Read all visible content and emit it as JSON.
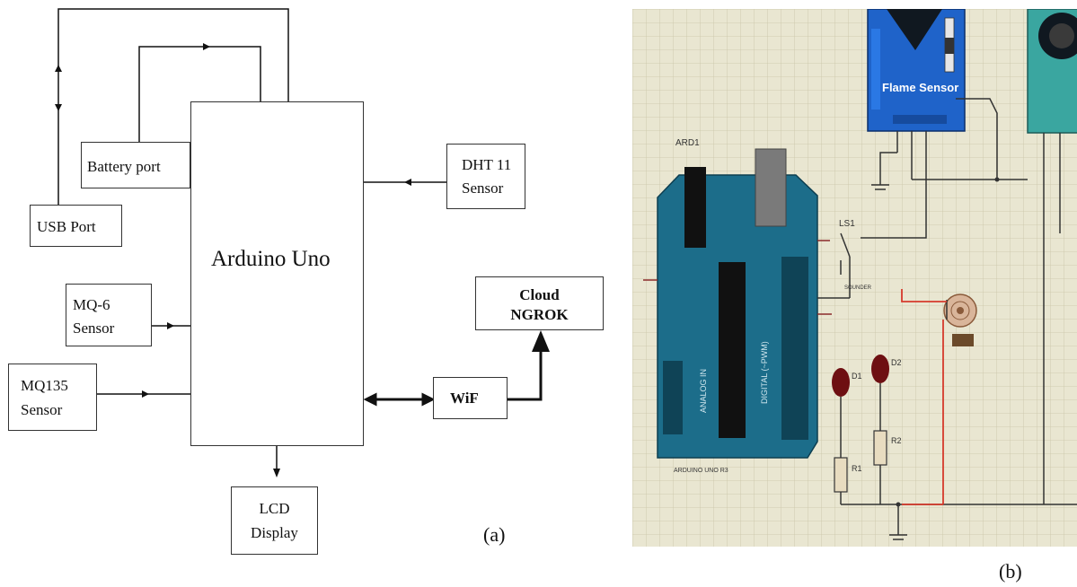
{
  "panel_a": {
    "caption": "(a)",
    "blocks": {
      "arduino": "Arduino Uno",
      "battery": "Battery port",
      "usb": "USB Port",
      "dht_line1": "DHT 11",
      "dht_line2": "Sensor",
      "mq6_line1": "MQ-6",
      "mq6_line2": "Sensor",
      "mq135_line1": "MQ135",
      "mq135_line2": "Sensor",
      "cloud_line1": "Cloud",
      "cloud_line2": "NGROK",
      "wifi": "WiF",
      "lcd_line1": "LCD",
      "lcd_line2": "Display"
    }
  },
  "panel_b": {
    "caption": "(b)",
    "flame_sensor": "Flame Sensor",
    "ard_ref": "ARD1",
    "ls_ref": "LS1",
    "d1_ref": "D1",
    "d2_ref": "D2",
    "r1_ref": "R1",
    "r2_ref": "R2",
    "buzzer_label": "SOUNDER",
    "board_text": "ARDUINO UNO R3",
    "analog_text": "ANALOG IN",
    "digital_text": "DIGITAL (~PWM)",
    "colors": {
      "grid_bg": "#e9e6d1",
      "board": "#1c6d8a",
      "sensor": "#1f63c9",
      "led": "#6e0f12",
      "wire_red": "#d63a2c"
    }
  }
}
